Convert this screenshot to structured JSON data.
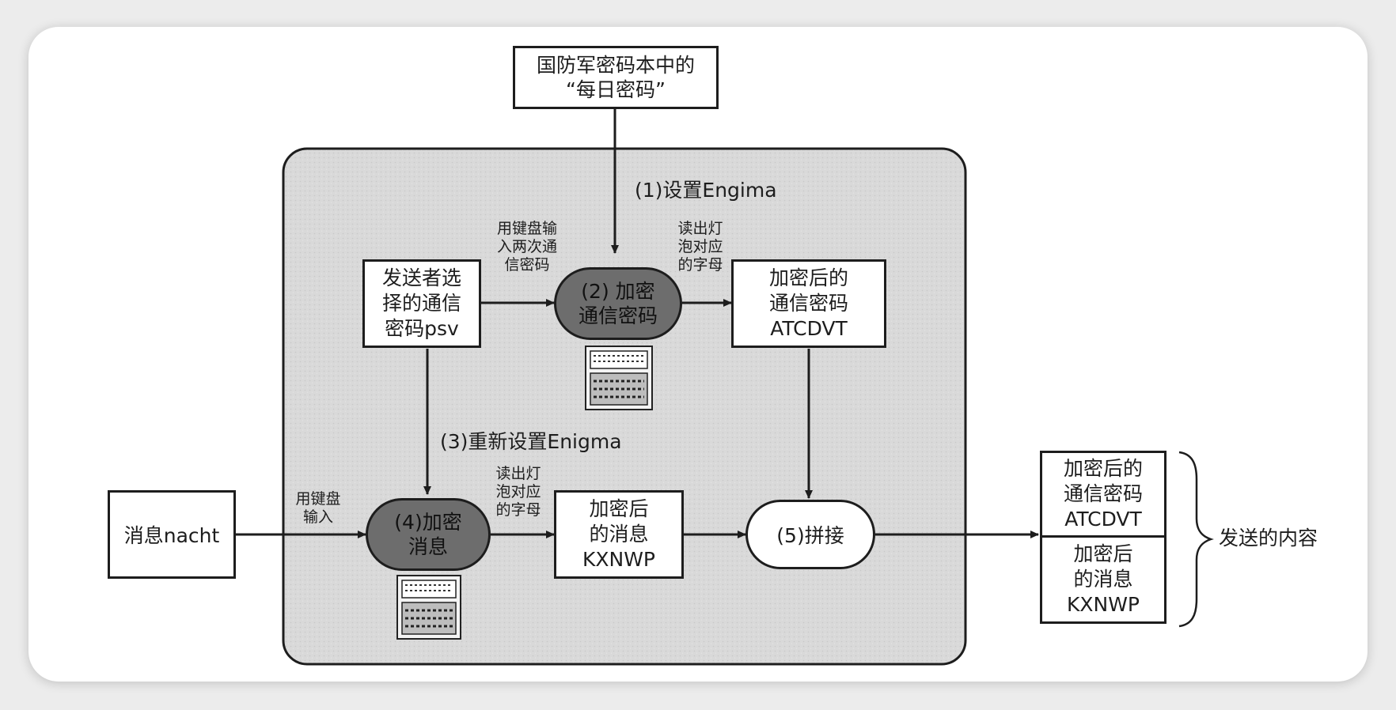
{
  "diagram": {
    "nodes": {
      "daily_key": "国防军密码本中的\n“每日密码”",
      "sender_key": "发送者选\n择的通信\n密码psv",
      "encrypt_key": "(2) 加密\n通信密码",
      "encrypted_key": "加密后的\n通信密码\nATCDVT",
      "message": "消息nacht",
      "encrypt_msg": "(4)加密\n消息",
      "encrypted_msg": "加密后\n的消息\nKXNWP",
      "concat": "(5)拼接",
      "out_key": "加密后的\n通信密码\nATCDVT",
      "out_msg": "加密后\n的消息\nKXNWP"
    },
    "labels": {
      "step1": "(1)设置Engima",
      "step3": "(3)重新设置Enigma",
      "type_twice": "用键盘输\n入两次通\n信密码",
      "read_bulbs_1": "读出灯\n泡对应\n的字母",
      "read_bulbs_2": "读出灯\n泡对应\n的字母",
      "keyboard_input": "用键盘\n输入",
      "sent_content": "发送的内容"
    }
  }
}
